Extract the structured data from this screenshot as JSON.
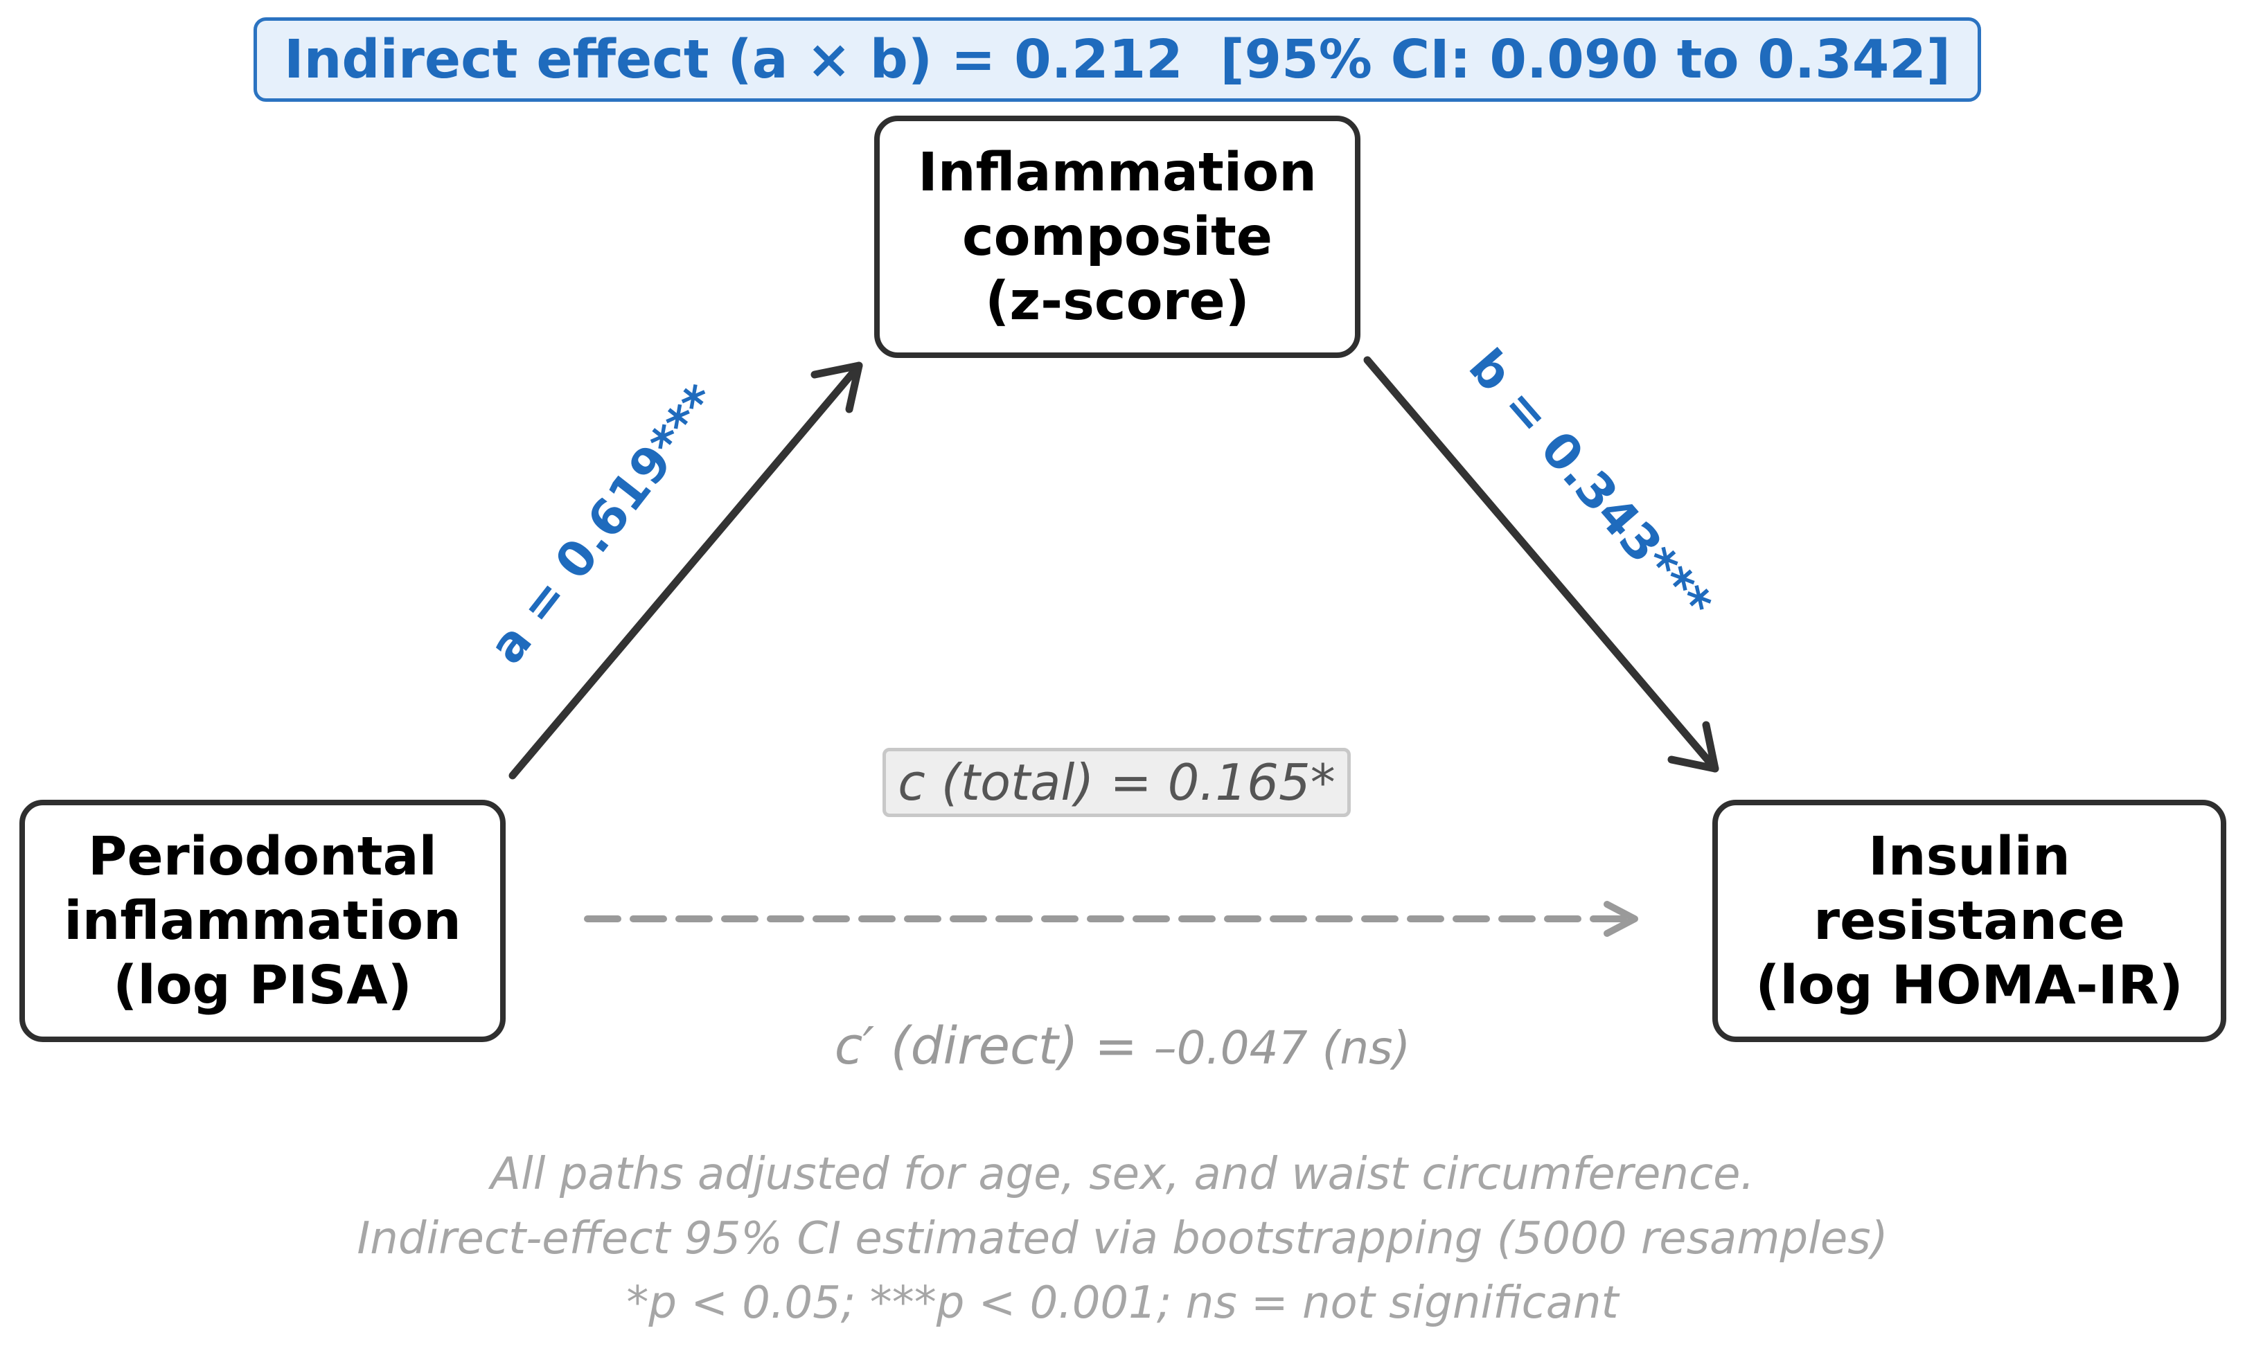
{
  "banner": {
    "text": "Indirect effect (a × b) = 0.212  [95% CI: 0.090 to 0.342]"
  },
  "nodes": {
    "mediator": {
      "lines": [
        "Inflammation",
        "composite",
        "(z-score)"
      ]
    },
    "predictor": {
      "lines": [
        "Periodontal",
        "inflammation",
        "(log PISA)"
      ]
    },
    "outcome": {
      "lines": [
        "Insulin",
        "resistance",
        "(log HOMA-IR)"
      ]
    }
  },
  "paths": {
    "a_label": "a = 0.619***",
    "b_label": "b = 0.343***",
    "c_total_label": "c (total) = 0.165*",
    "c_direct_prefix": "c′ (direct) = ",
    "c_direct_value": "–0.047 (ns)"
  },
  "notes": [
    "All paths adjusted for age, sex, and waist circumference.",
    "Indirect-effect 95% CI estimated via bootstrapping (5000 resamples)",
    "*p < 0.05; ***p < 0.001; ns = not significant"
  ],
  "colors": {
    "accent_blue": "#1f6bbd",
    "banner_fill": "#e6f0fb",
    "node_border": "#2f2f2f",
    "arrow_dark": "#333333",
    "arrow_dashed": "#9a9a9a",
    "note_gray": "#a6a6a6"
  }
}
